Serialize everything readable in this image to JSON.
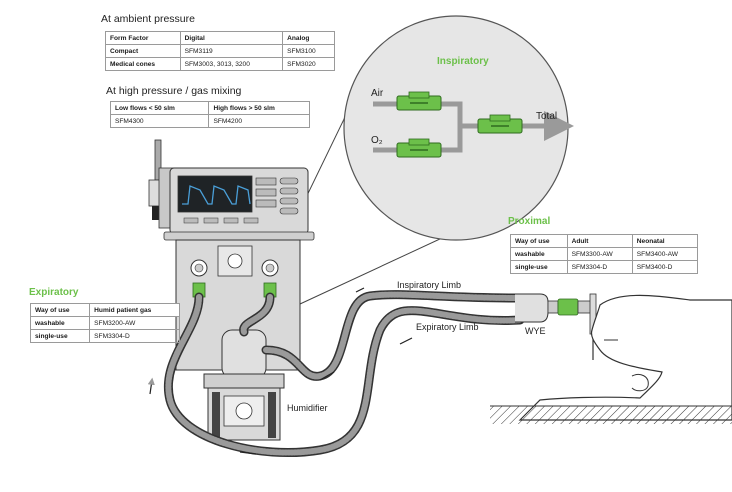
{
  "ambient": {
    "heading": "At ambient pressure",
    "headers": [
      "Form Factor",
      "Digital",
      "Analog"
    ],
    "rows": [
      [
        "Compact",
        "SFM3119",
        "SFM3100"
      ],
      [
        "Medical cones",
        "SFM3003, 3013, 3200",
        "SFM3020"
      ]
    ]
  },
  "high_pressure": {
    "heading": "At high pressure / gas mixing",
    "headers": [
      "Low flows < 50 slm",
      "High flows > 50 slm"
    ],
    "rows": [
      [
        "SFM4300",
        "SFM4200"
      ]
    ]
  },
  "inspiratory": {
    "title": "Inspiratory",
    "air": "Air",
    "o2": "O₂",
    "total": "Total"
  },
  "proximal": {
    "title": "Proximal",
    "headers": [
      "Way of use",
      "Adult",
      "Neonatal"
    ],
    "rows": [
      [
        "washable",
        "SFM3300-AW",
        "SFM3400-AW"
      ],
      [
        "single-use",
        "SFM3304-D",
        "SFM3400-D"
      ]
    ]
  },
  "expiratory": {
    "title": "Expiratory",
    "headers": [
      "Way of use",
      "Humid patient gas"
    ],
    "rows": [
      [
        "washable",
        "SFM3200-AW"
      ],
      [
        "single-use",
        "SFM3304-D"
      ]
    ]
  },
  "labels": {
    "inspiratory_limb": "Inspiratory Limb",
    "expiratory_limb": "Expiratory Limb",
    "wye": "WYE",
    "humidifier": "Humidifier"
  },
  "colors": {
    "sensor_green": "#6cc04a",
    "arrow_grey": "#9a9a9a",
    "machine_grey": "#d9d9d9",
    "screen_dark": "#1f2326",
    "waveform_blue": "#4a9fd8"
  }
}
